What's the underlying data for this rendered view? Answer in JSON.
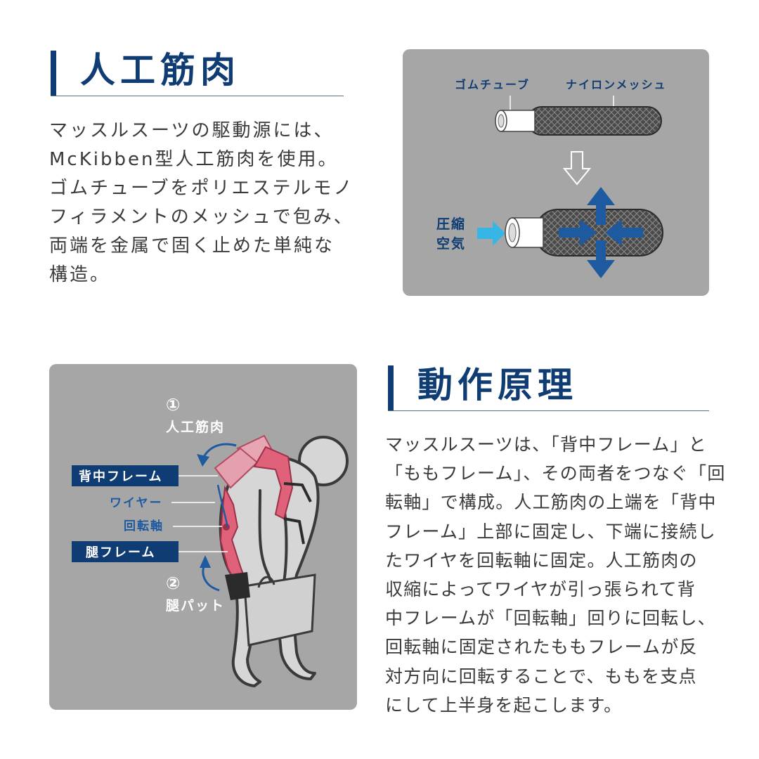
{
  "section1": {
    "title": "人工筋肉",
    "lines": [
      "マッスルスーツの駆動源には、",
      "McKibben型人工筋肉を使用。",
      "ゴムチューブをポリエステルモノ",
      "フィラメントのメッシュで包み、",
      "両端を金属で固く止めた単純な",
      "構造。"
    ]
  },
  "diagram1": {
    "label_tube": "ゴムチューブ",
    "label_mesh": "ナイロンメッシュ",
    "label_air_1": "圧縮",
    "label_air_2": "空気"
  },
  "section2": {
    "title": "動作原理",
    "lines": [
      "マッスルスーツは、「背中フレーム」と",
      "「ももフレーム」、その両者をつなぐ「回",
      "転軸」で構成。人工筋肉の上端を「背中",
      "フレーム」上部に固定し、下端に接続し",
      "たワイヤを回転軸に固定。人工筋肉の",
      "収縮によってワイヤが引っ張られて背",
      "中フレームが「回転軸」回りに回転し、",
      "回転軸に固定されたももフレームが反",
      "対方向に回転することで、ももを支点",
      "にして上半身を起こします。"
    ]
  },
  "diagram2": {
    "num1": "①",
    "label_muscle": "人工筋肉",
    "label_back": "背中フレーム",
    "label_wire": "ワイヤー",
    "label_axis": "回転軸",
    "label_thigh": "腿フレーム",
    "num2": "②",
    "label_pad": "腿パット"
  },
  "colors": {
    "navy": "#0f3d73",
    "panel_gray": "#a6a6a6",
    "arrow_blue": "#1e5aa0",
    "air_blue": "#37b6e6",
    "suit_pink": "#e0627a"
  }
}
